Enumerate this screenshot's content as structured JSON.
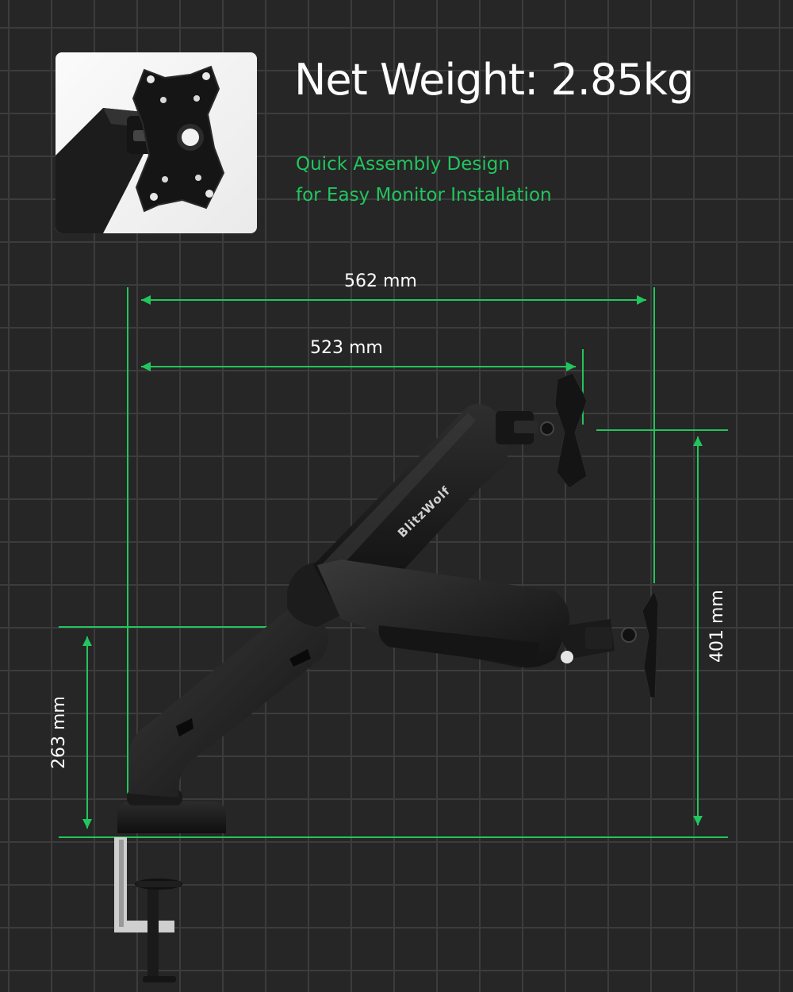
{
  "headline": "Net Weight: 2.85kg",
  "subtitle_line1": "Quick Assembly Design",
  "subtitle_line2": "for Easy Monitor Installation",
  "dimensions": {
    "overall_reach": "562 mm",
    "arm_reach": "523 mm",
    "min_height": "263 mm",
    "height_range": "401 mm"
  },
  "brand": "BlitzWolf",
  "colors": {
    "background": "#262626",
    "grid": "#3c3c3c",
    "accent_green": "#22c55e",
    "text": "#ffffff"
  },
  "icons": [
    "vesa-plate-icon",
    "monitor-arm-icon",
    "desk-clamp-icon"
  ]
}
